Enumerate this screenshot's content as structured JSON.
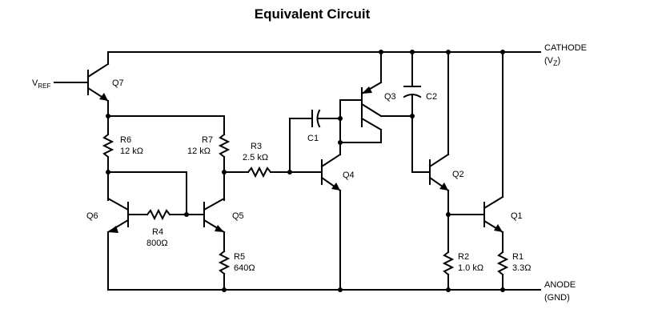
{
  "title": "Equivalent Circuit",
  "terminals": {
    "cathode": "CATHODE",
    "cathode_sub": "(V",
    "cathode_subscript": "Z",
    "cathode_close": ")",
    "anode": "ANODE",
    "anode_sub": "(GND)",
    "vref": "V",
    "vref_subscript": "REF"
  },
  "transistors": [
    "Q1",
    "Q2",
    "Q3",
    "Q4",
    "Q5",
    "Q6",
    "Q7"
  ],
  "resistors": [
    {
      "ref": "R1",
      "value": "3.3Ω"
    },
    {
      "ref": "R2",
      "value": "1.0 kΩ"
    },
    {
      "ref": "R3",
      "value": "2.5 kΩ"
    },
    {
      "ref": "R4",
      "value": "800Ω"
    },
    {
      "ref": "R5",
      "value": "640Ω"
    },
    {
      "ref": "R6",
      "value": "12 kΩ"
    },
    {
      "ref": "R7",
      "value": "12 kΩ"
    }
  ],
  "capacitors": [
    "C1",
    "C2"
  ]
}
